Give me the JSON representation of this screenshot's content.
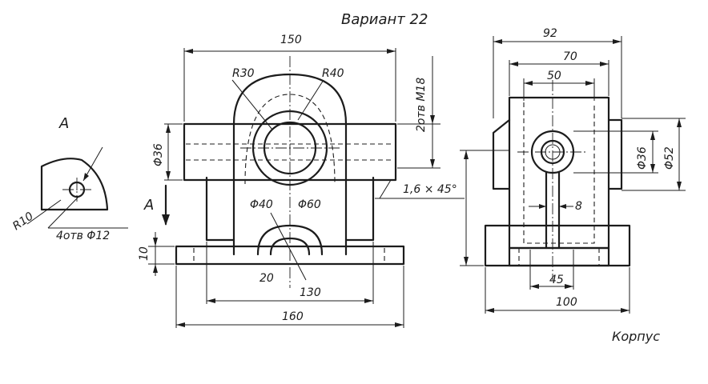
{
  "title": "Вариант 22",
  "part_name": "Корпус",
  "view_label": "A",
  "front": {
    "width_total": "150",
    "r_outer": "R30",
    "r_inner": "R40",
    "threads": "2отв М18",
    "diameter_boss": "Φ36",
    "chamfer": "1,6 × 45°",
    "d_small": "Φ40",
    "d_large": "Φ60",
    "height_20": "20",
    "width_130": "130",
    "width_160": "160",
    "thickness_10": "10"
  },
  "side": {
    "width_92": "92",
    "width_70": "70",
    "width_50": "50",
    "d36": "Φ36",
    "d52": "Φ52",
    "rib_8": "8",
    "width_45": "45",
    "width_100": "100"
  },
  "detail": {
    "radius": "R10",
    "holes": "4отв Φ12"
  }
}
